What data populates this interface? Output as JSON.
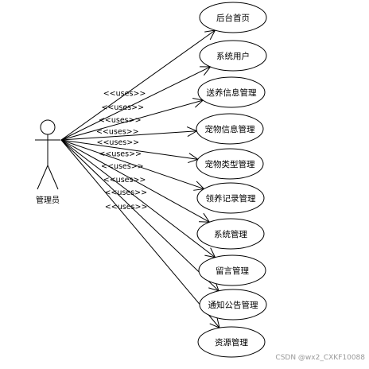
{
  "actor": {
    "label": "管理员"
  },
  "relation_label": "<<uses>>",
  "use_cases": [
    {
      "label": "后台首页"
    },
    {
      "label": "系统用户"
    },
    {
      "label": "送养信息管理"
    },
    {
      "label": "宠物信息管理"
    },
    {
      "label": "宠物类型管理"
    },
    {
      "label": "领养记录管理"
    },
    {
      "label": "系统管理"
    },
    {
      "label": "留言管理"
    },
    {
      "label": "通知公告管理"
    },
    {
      "label": "资源管理"
    }
  ],
  "watermark": "CSDN @wx2_CXKF10088"
}
